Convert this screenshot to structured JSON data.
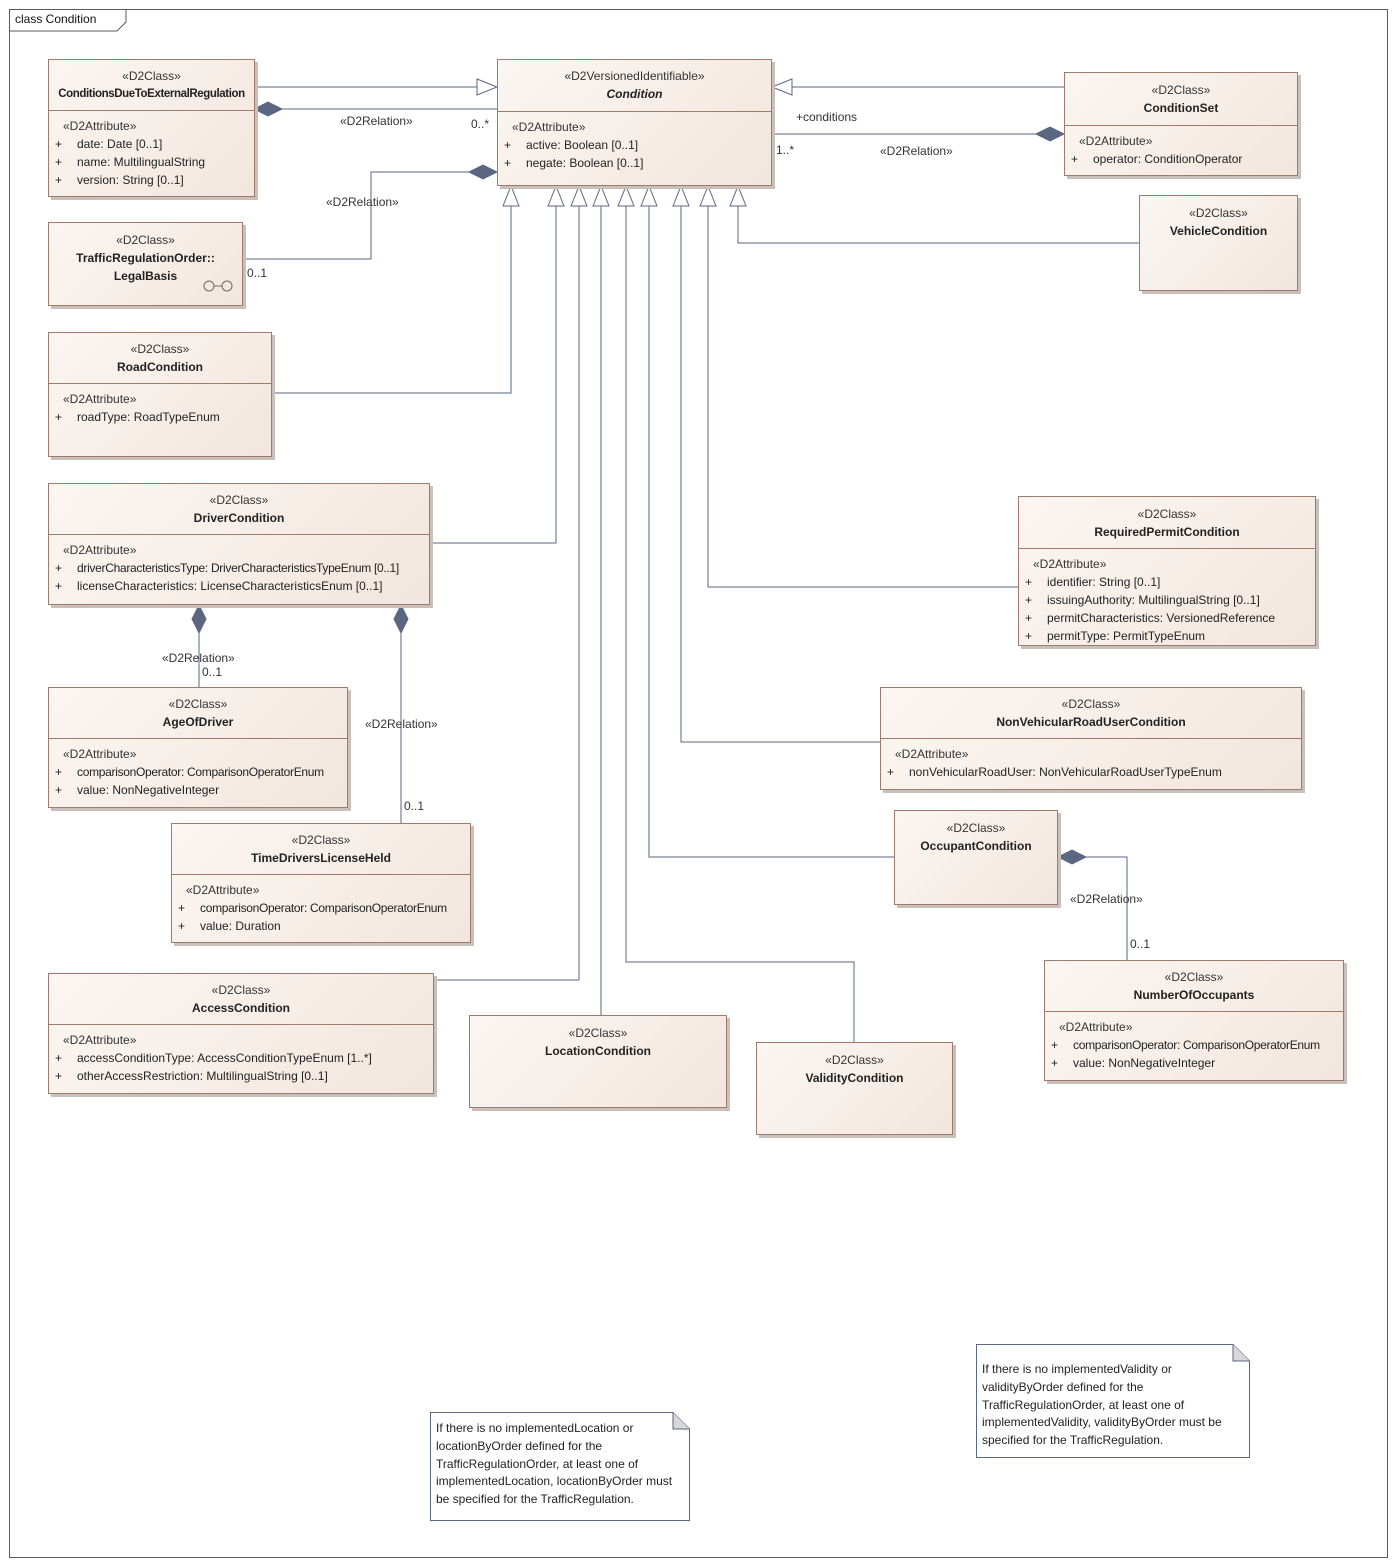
{
  "diagram": {
    "frame_title": "class Condition",
    "classes": {
      "cder": {
        "stereotype": "«D2Class»",
        "name": "ConditionsDueToExternalRegulation",
        "attr_stereotype": "«D2Attribute»",
        "attributes": [
          {
            "vis": "+",
            "text": "date: Date [0..1]"
          },
          {
            "vis": "+",
            "text": "name: MultilingualString"
          },
          {
            "vis": "+",
            "text": "version: String [0..1]"
          }
        ]
      },
      "condition": {
        "stereotype": "«D2VersionedIdentifiable»",
        "name": "Condition",
        "abstract": true,
        "attr_stereotype": "«D2Attribute»",
        "attributes": [
          {
            "vis": "+",
            "text": "active: Boolean [0..1]"
          },
          {
            "vis": "+",
            "text": "negate: Boolean [0..1]"
          }
        ]
      },
      "conditionset": {
        "stereotype": "«D2Class»",
        "name": "ConditionSet",
        "attr_stereotype": "«D2Attribute»",
        "attributes": [
          {
            "vis": "+",
            "text": "operator: ConditionOperator"
          }
        ]
      },
      "legalbasis": {
        "stereotype": "«D2Class»",
        "name_line1": "TrafficRegulationOrder::",
        "name_line2": "LegalBasis"
      },
      "vehicle": {
        "stereotype": "«D2Class»",
        "name": "VehicleCondition"
      },
      "road": {
        "stereotype": "«D2Class»",
        "name": "RoadCondition",
        "attr_stereotype": "«D2Attribute»",
        "attributes": [
          {
            "vis": "+",
            "text": "roadType: RoadTypeEnum"
          }
        ]
      },
      "driver": {
        "stereotype": "«D2Class»",
        "name": "DriverCondition",
        "attr_stereotype": "«D2Attribute»",
        "attributes": [
          {
            "vis": "+",
            "text": "driverCharacteristicsType: DriverCharacteristicsTypeEnum [0..1]"
          },
          {
            "vis": "+",
            "text": "licenseCharacteristics: LicenseCharacteristicsEnum [0..1]"
          }
        ]
      },
      "permit": {
        "stereotype": "«D2Class»",
        "name": "RequiredPermitCondition",
        "attr_stereotype": "«D2Attribute»",
        "attributes": [
          {
            "vis": "+",
            "text": "identifier: String [0..1]"
          },
          {
            "vis": "+",
            "text": "issuingAuthority: MultilingualString [0..1]"
          },
          {
            "vis": "+",
            "text": "permitCharacteristics: VersionedReference"
          },
          {
            "vis": "+",
            "text": "permitType: PermitTypeEnum"
          }
        ]
      },
      "age": {
        "stereotype": "«D2Class»",
        "name": "AgeOfDriver",
        "attr_stereotype": "«D2Attribute»",
        "attributes": [
          {
            "vis": "+",
            "text": "comparisonOperator: ComparisonOperatorEnum"
          },
          {
            "vis": "+",
            "text": "value: NonNegativeInteger"
          }
        ]
      },
      "nonveh": {
        "stereotype": "«D2Class»",
        "name": "NonVehicularRoadUserCondition",
        "attr_stereotype": "«D2Attribute»",
        "attributes": [
          {
            "vis": "+",
            "text": "nonVehicularRoadUser: NonVehicularRoadUserTypeEnum"
          }
        ]
      },
      "occupant": {
        "stereotype": "«D2Class»",
        "name": "OccupantCondition"
      },
      "timelic": {
        "stereotype": "«D2Class»",
        "name": "TimeDriversLicenseHeld",
        "attr_stereotype": "«D2Attribute»",
        "attributes": [
          {
            "vis": "+",
            "text": "comparisonOperator: ComparisonOperatorEnum"
          },
          {
            "vis": "+",
            "text": "value: Duration"
          }
        ]
      },
      "numocc": {
        "stereotype": "«D2Class»",
        "name": "NumberOfOccupants",
        "attr_stereotype": "«D2Attribute»",
        "attributes": [
          {
            "vis": "+",
            "text": "comparisonOperator: ComparisonOperatorEnum"
          },
          {
            "vis": "+",
            "text": "value: NonNegativeInteger"
          }
        ]
      },
      "access": {
        "stereotype": "«D2Class»",
        "name": "AccessCondition",
        "attr_stereotype": "«D2Attribute»",
        "attributes": [
          {
            "vis": "+",
            "text": "accessConditionType: AccessConditionTypeEnum [1..*]"
          },
          {
            "vis": "+",
            "text": "otherAccessRestriction: MultilingualString [0..1]"
          }
        ]
      },
      "location": {
        "stereotype": "«D2Class»",
        "name": "LocationCondition"
      },
      "validity": {
        "stereotype": "«D2Class»",
        "name": "ValidityCondition"
      }
    },
    "labels": {
      "rel_cder": "«D2Relation»",
      "mult_cder": "0..*",
      "role_conditions": "+conditions",
      "mult_cs": "1..*",
      "rel_cs": "«D2Relation»",
      "rel_legal": "«D2Relation»",
      "mult_legal": "0..1",
      "rel_age": "«D2Relation»",
      "mult_age": "0..1",
      "rel_timelic": "«D2Relation»",
      "mult_timelic": "0..1",
      "rel_numocc": "«D2Relation»",
      "mult_numocc": "0..1"
    },
    "notes": {
      "location_note": [
        "If there is no implementedLocation or",
        "locationByOrder defined for the",
        "TrafficRegulationOrder, at least one of",
        "implementedLocation, locationByOrder must",
        "be specified for the TrafficRegulation."
      ],
      "validity_note": [
        "If there is no implementedValidity or",
        "validityByOrder defined for the",
        "TrafficRegulationOrder, at least one of",
        "implementedValidity, validityByOrder must be",
        "specified for the TrafficRegulation."
      ]
    }
  }
}
